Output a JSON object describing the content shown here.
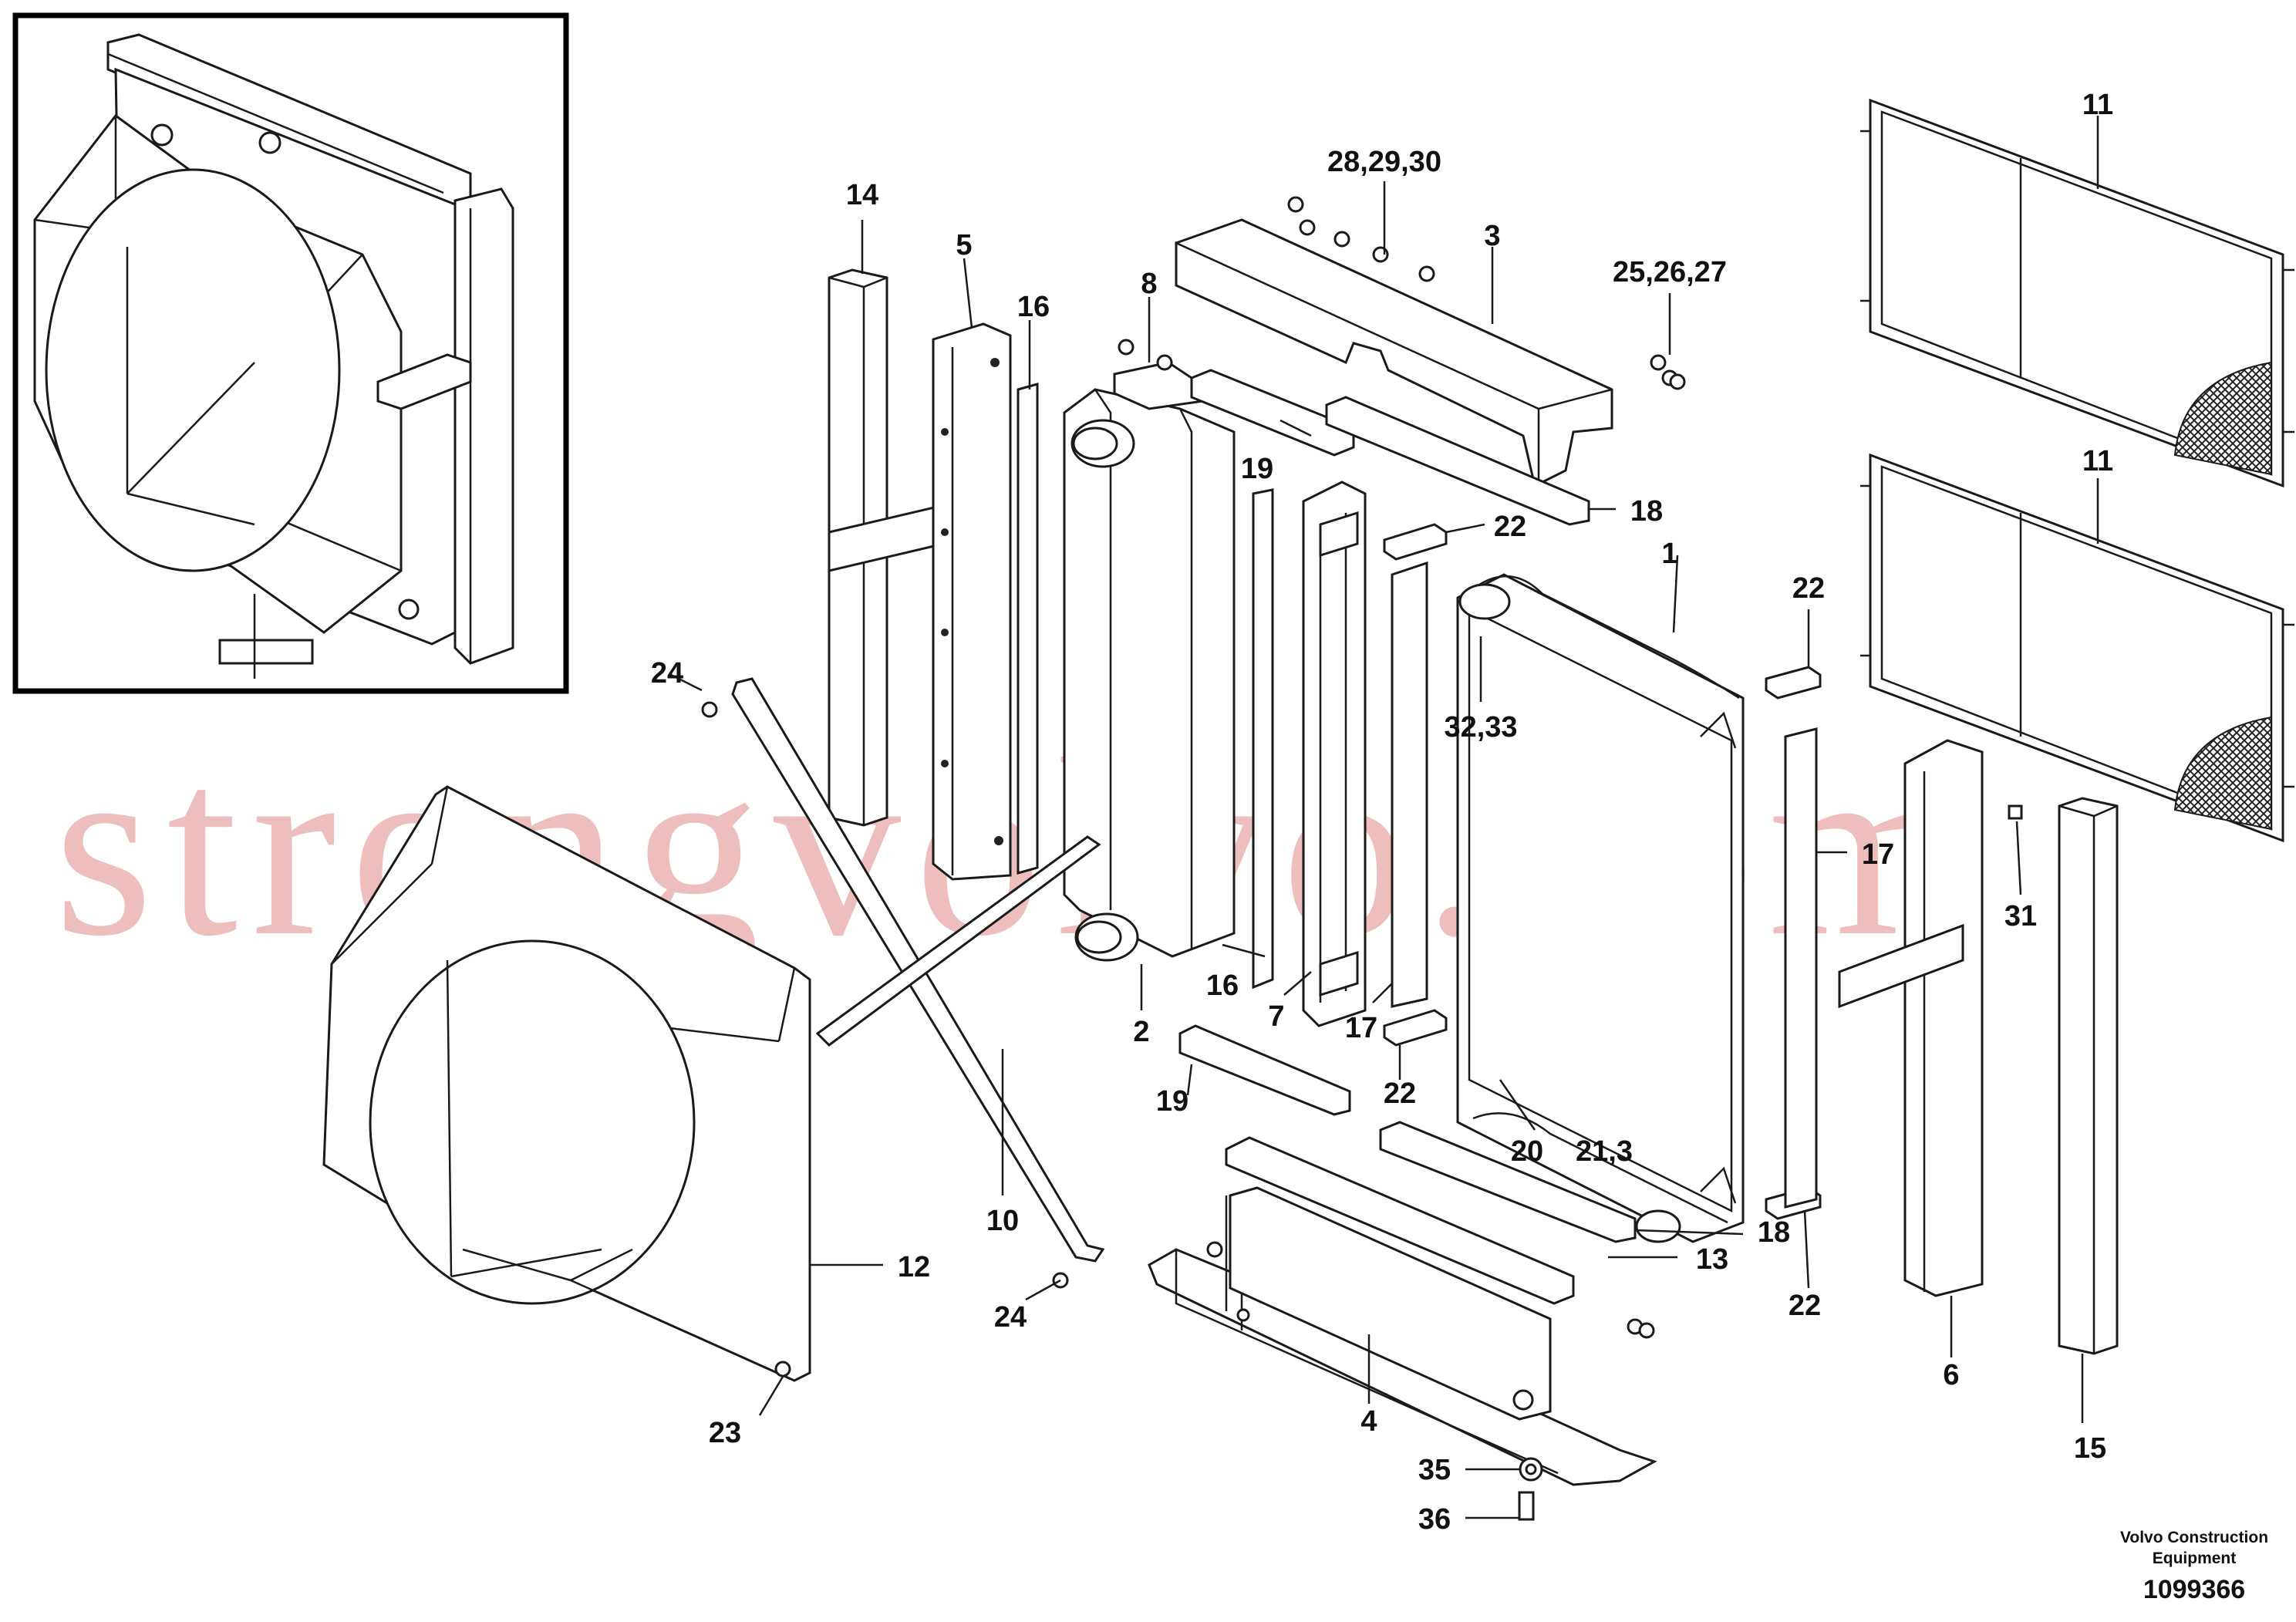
{
  "watermark": "strongvolvo.com",
  "brand": {
    "line1": "Volvo Construction",
    "line2": "Equipment",
    "doc_number": "1099366"
  },
  "callouts": [
    {
      "id": "c1",
      "label": "1"
    },
    {
      "id": "c2",
      "label": "2"
    },
    {
      "id": "c3",
      "label": "3"
    },
    {
      "id": "c4",
      "label": "4"
    },
    {
      "id": "c5",
      "label": "5"
    },
    {
      "id": "c6",
      "label": "6"
    },
    {
      "id": "c7",
      "label": "7"
    },
    {
      "id": "c8",
      "label": "8"
    },
    {
      "id": "c10",
      "label": "10"
    },
    {
      "id": "c11a",
      "label": "11"
    },
    {
      "id": "c11b",
      "label": "11"
    },
    {
      "id": "c12",
      "label": "12"
    },
    {
      "id": "c13",
      "label": "13"
    },
    {
      "id": "c14",
      "label": "14"
    },
    {
      "id": "c15",
      "label": "15"
    },
    {
      "id": "c16a",
      "label": "16"
    },
    {
      "id": "c16b",
      "label": "16"
    },
    {
      "id": "c17a",
      "label": "17"
    },
    {
      "id": "c17b",
      "label": "17"
    },
    {
      "id": "c18a",
      "label": "18"
    },
    {
      "id": "c18b",
      "label": "18"
    },
    {
      "id": "c19a",
      "label": "19"
    },
    {
      "id": "c19b",
      "label": "19"
    },
    {
      "id": "c20",
      "label": "20"
    },
    {
      "id": "c21",
      "label": "21,3"
    },
    {
      "id": "c22a",
      "label": "22"
    },
    {
      "id": "c22b",
      "label": "22"
    },
    {
      "id": "c22c",
      "label": "22"
    },
    {
      "id": "c22d",
      "label": "22"
    },
    {
      "id": "c23",
      "label": "23"
    },
    {
      "id": "c24a",
      "label": "24"
    },
    {
      "id": "c24b",
      "label": "24"
    },
    {
      "id": "c25",
      "label": "25,26,27"
    },
    {
      "id": "c28",
      "label": "28,29,30"
    },
    {
      "id": "c31",
      "label": "31"
    },
    {
      "id": "c32",
      "label": "32,33"
    },
    {
      "id": "c35",
      "label": "35"
    },
    {
      "id": "c36",
      "label": "36"
    }
  ]
}
